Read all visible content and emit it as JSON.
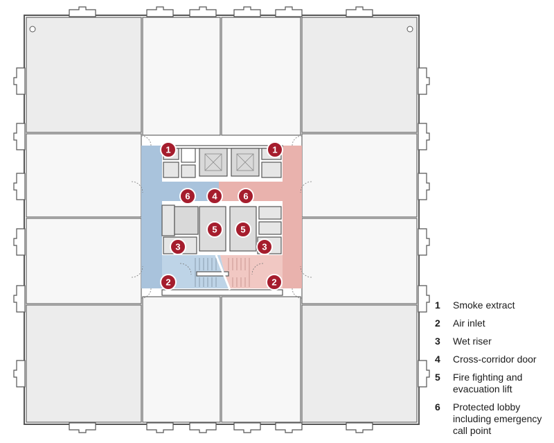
{
  "colors": {
    "marker": "#a51d2d",
    "blue_zone": "#a9c3dc",
    "red_zone": "#e9b2ad",
    "apartment": "#ededed",
    "wall": "#555555"
  },
  "markers": [
    {
      "n": "1"
    },
    {
      "n": "1"
    },
    {
      "n": "6"
    },
    {
      "n": "4"
    },
    {
      "n": "6"
    },
    {
      "n": "5"
    },
    {
      "n": "5"
    },
    {
      "n": "3"
    },
    {
      "n": "3"
    },
    {
      "n": "2"
    },
    {
      "n": "2"
    }
  ],
  "legend": [
    {
      "num": "1",
      "text": "Smoke extract"
    },
    {
      "num": "2",
      "text": "Air inlet"
    },
    {
      "num": "3",
      "text": "Wet riser"
    },
    {
      "num": "4",
      "text": "Cross-corridor door"
    },
    {
      "num": "5",
      "text": "Fire fighting and evacuation lift"
    },
    {
      "num": "6",
      "text": "Protected lobby including emergency call point"
    }
  ]
}
